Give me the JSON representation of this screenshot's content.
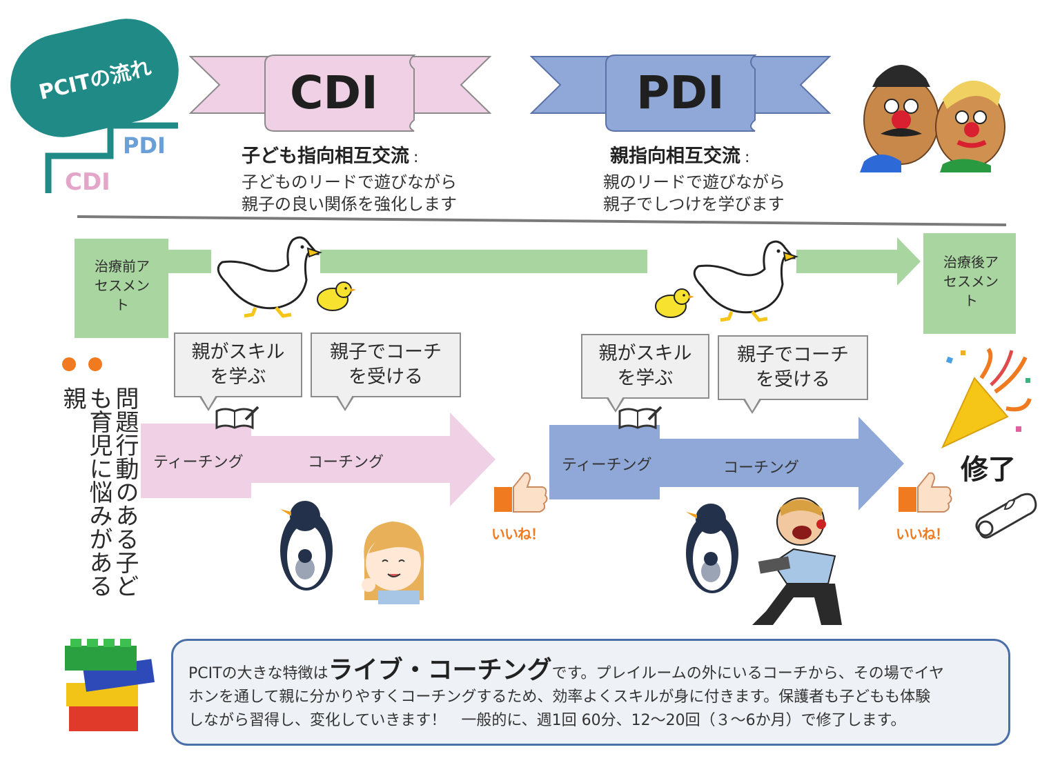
{
  "title_badge": "PCITの流れ",
  "stairs": {
    "upper": "PDI",
    "lower": "CDI"
  },
  "phases": [
    {
      "banner": "CDI",
      "heading": "子ども指向相互交流",
      "colon": ":",
      "lines": [
        "子どものリードで遊びながら",
        "親子の良い関係を強化します"
      ],
      "callouts": [
        "親がスキルを学ぶ",
        "親子でコーチを受ける"
      ],
      "arrow_labels": [
        "ティーチング",
        "コーチング"
      ],
      "banner_color": "#efd0e4"
    },
    {
      "banner": "PDI",
      "heading": "親指向相互交流",
      "colon": ":",
      "lines": [
        "親のリードで遊びながら",
        "親子でしつけを学びます"
      ],
      "callouts": [
        "親がスキルを学ぶ",
        "親子でコーチを受ける"
      ],
      "arrow_labels": [
        "ティーチング",
        "コーチング"
      ],
      "banner_color": "#8fa8d8"
    }
  ],
  "assessments": {
    "pre": "治療前アセスメント",
    "post": "治療後アセスメント"
  },
  "like_label": "いいね！",
  "complete_label": "修了",
  "target_audience": "問題行動のある子ども育児に悩みがある親",
  "summary": {
    "prefix": "PCITの大きな特徴は",
    "highlight": "ライブ・コーチング",
    "line1_rest": "です。プレイルームの外にいるコーチから、その場でイヤ",
    "line2": "ホンを通して親に分かりやすくコーチングするため、効率よくスキルが身に付きます。保護者も子どもも体験",
    "line3": "しながら習得し、変化していきます！　一般的に、週1回 60分、12〜20回（３〜6か月）で修了します。"
  },
  "colors": {
    "teal": "#1f8a86",
    "timeline_green": "#a8d5a0",
    "cdi_pink": "#efd0e4",
    "pdi_blue": "#8fa8d8",
    "accent_orange": "#f07a20"
  },
  "icons": [
    "book-pen-icon",
    "thumbs-up-icon",
    "party-popper-icon",
    "diploma-scroll-icon",
    "lego-blocks-icon",
    "goose-icon",
    "chick-icon",
    "penguin-icon"
  ]
}
